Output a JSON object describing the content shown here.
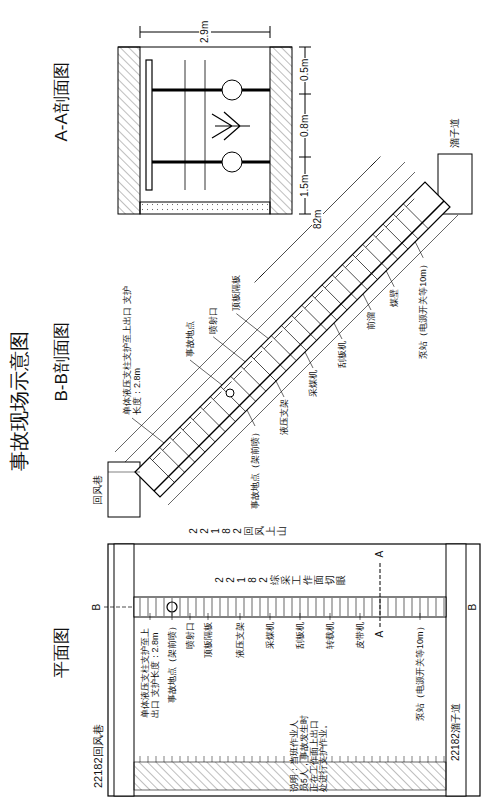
{
  "diagram": {
    "title": "事故现场示意图",
    "labels": [
      "平面图",
      "B-B剖面图",
      "A-A剖面图",
      "22182回风巷",
      "22182溜子道",
      "22182回风上山",
      "22182综采工作面切眼",
      "B",
      "B",
      "A",
      "A",
      "单体液压支柱支护至上出口 支护长度：2.8m",
      "事故地点（架前喷）",
      "喷射口",
      "顶板隔板",
      "液压支架",
      "采煤机",
      "刮板机",
      "转载机",
      "皮带机",
      "泵站（电源开关等10m）",
      "说明：当班作业人员5人，事故发生时正在工作面上出口处进行支护作业。",
      "回风巷",
      "溜子道",
      "单体液压支柱支护至上出口 支护长度：2.8m",
      "事故地点",
      "喷射口",
      "顶板隔板",
      "事故地点（架前喷）",
      "液压支架",
      "采煤机",
      "刮板机",
      "前溜",
      "煤壁",
      "泵站（电源开关等10m）",
      "82m",
      "2.9m",
      "1.5m",
      "0.8m",
      "0.5m"
    ]
  }
}
